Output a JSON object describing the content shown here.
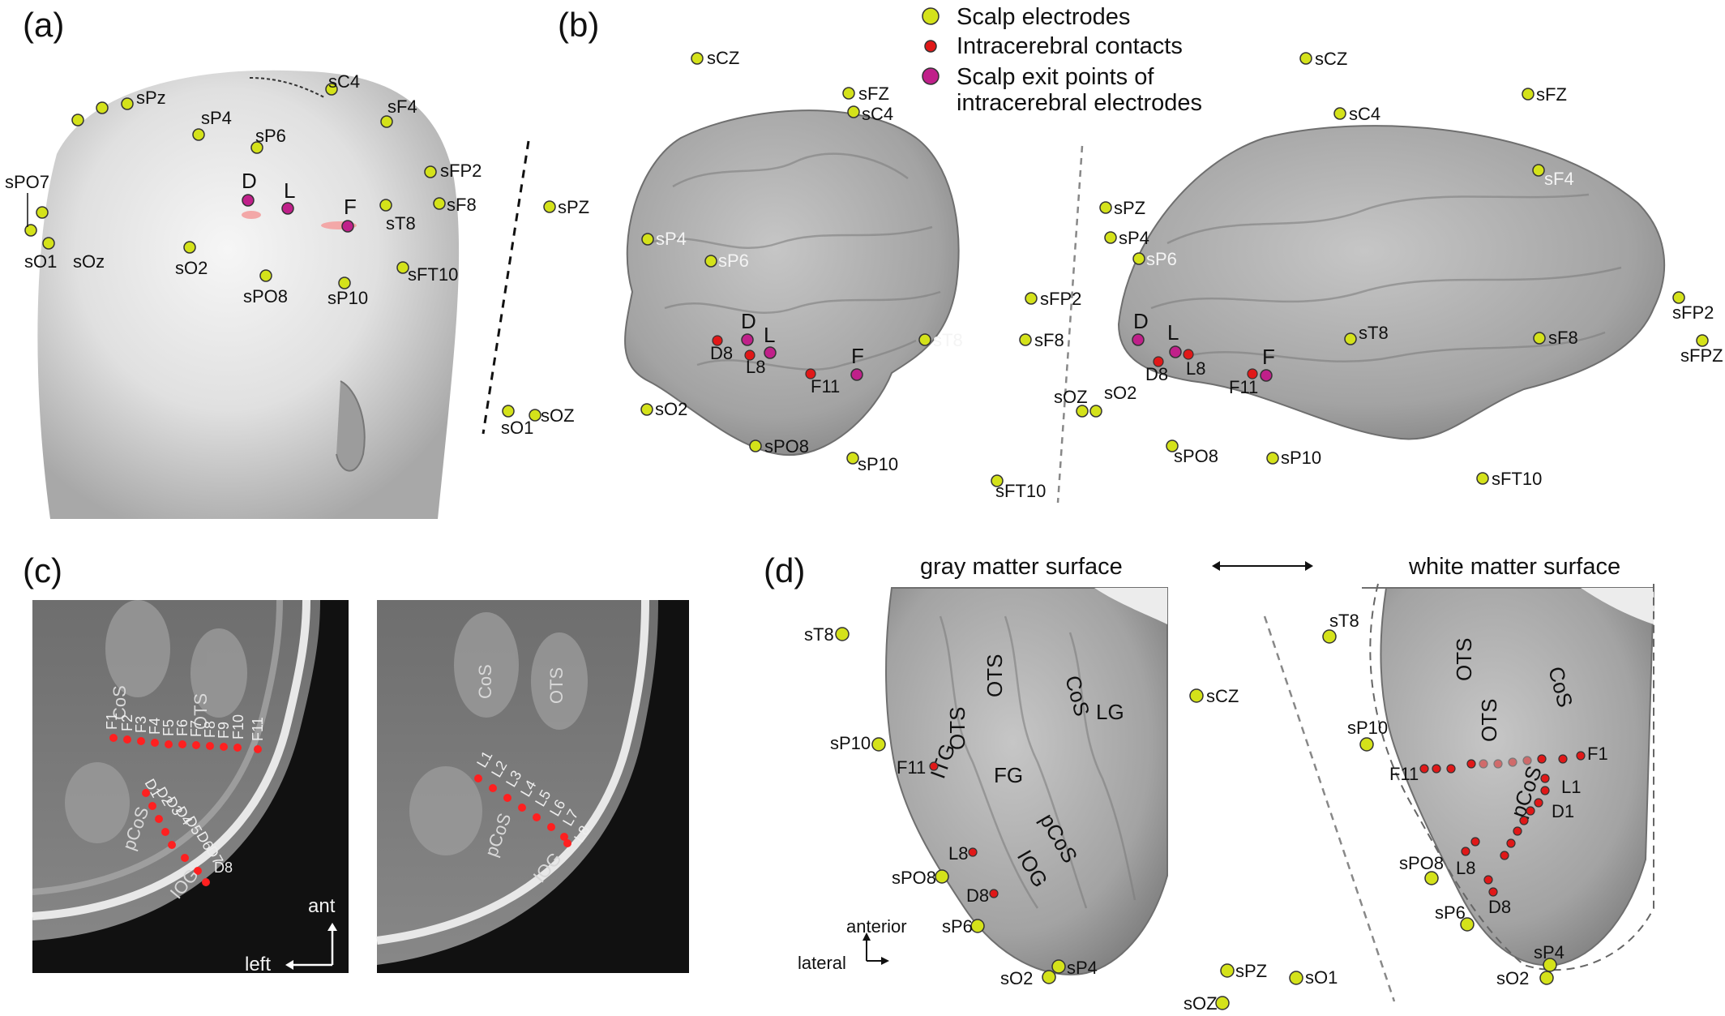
{
  "panels": {
    "a": "(a)",
    "b": "(b)",
    "c": "(c)",
    "d": "(d)"
  },
  "legend": {
    "scalp": "Scalp electrodes",
    "contacts": "Intracerebral contacts",
    "exit_line1": "Scalp exit points of",
    "exit_line2": "intracerebral electrodes"
  },
  "panel_a": {
    "electrodes": [
      "sPz",
      "sC4",
      "sF4",
      "sP4",
      "sP6",
      "sFP2",
      "sF8",
      "sT8",
      "sPO7",
      "sO1",
      "sOz",
      "sO2",
      "sPO8",
      "sP10",
      "sFT10",
      "sPZ",
      "sOZ",
      "sO1"
    ],
    "exits": [
      "D",
      "L",
      "F"
    ]
  },
  "panel_b": {
    "left_brain": [
      "sCZ",
      "sFZ",
      "sC4",
      "sP4",
      "sP6",
      "sFP2",
      "sF8",
      "sT8",
      "sO2",
      "sPO8",
      "sP10",
      "sFT10",
      "D",
      "L",
      "F",
      "D8",
      "L8",
      "F11"
    ],
    "right_brain": [
      "sCZ",
      "sFZ",
      "sC4",
      "sF4",
      "sPZ",
      "sP4",
      "sP6",
      "sT8",
      "sFP2",
      "sFPZ",
      "sF8",
      "sOZ",
      "sO2",
      "sPO8",
      "sP10",
      "sFT10",
      "D",
      "L",
      "F",
      "D8",
      "L8",
      "F11"
    ]
  },
  "panel_c": {
    "left_slice": {
      "sulci": [
        "CoS",
        "OTS",
        "pCoS",
        "IOG"
      ],
      "f_contacts": [
        "F1",
        "F2",
        "F3",
        "F4",
        "F5",
        "F6",
        "F7",
        "F8",
        "F9",
        "F10",
        "F11"
      ],
      "d_contacts": [
        "D1",
        "D2",
        "D3",
        "D4",
        "D5",
        "D6",
        "D7",
        "D8"
      ]
    },
    "right_slice": {
      "sulci": [
        "CoS",
        "OTS",
        "pCoS",
        "IOG"
      ],
      "l_contacts": [
        "L1",
        "L2",
        "L3",
        "L4",
        "L5",
        "L6",
        "L7",
        "L8"
      ]
    },
    "orientation": {
      "ant": "ant",
      "left": "left"
    }
  },
  "panel_d": {
    "title_gray": "gray matter surface",
    "title_white": "white matter surface",
    "gray_labels": [
      "OTS",
      "CoS",
      "OTS",
      "LG",
      "ITG",
      "FG",
      "pCoS",
      "IOG"
    ],
    "white_labels": [
      "OTS",
      "CoS",
      "OTS",
      "pCoS"
    ],
    "gray_scalp": [
      "sT8",
      "sP10",
      "sPO8",
      "sP6",
      "sO2",
      "sP4",
      "sCZ",
      "sPZ",
      "sO1",
      "sOZ"
    ],
    "white_scalp": [
      "sT8",
      "sP10",
      "sPO8",
      "sP6",
      "sP4",
      "sO2"
    ],
    "contacts_gray": [
      "F11",
      "L8",
      "D8"
    ],
    "contacts_white": [
      "F1",
      "F11",
      "L1",
      "D1",
      "L8",
      "D8"
    ],
    "orientation": {
      "anterior": "anterior",
      "lateral": "lateral"
    }
  },
  "colors": {
    "scalp": "#d4e21a",
    "contact": "#e01818",
    "exit": "#c0208a",
    "brain": "#a9a9a9"
  }
}
